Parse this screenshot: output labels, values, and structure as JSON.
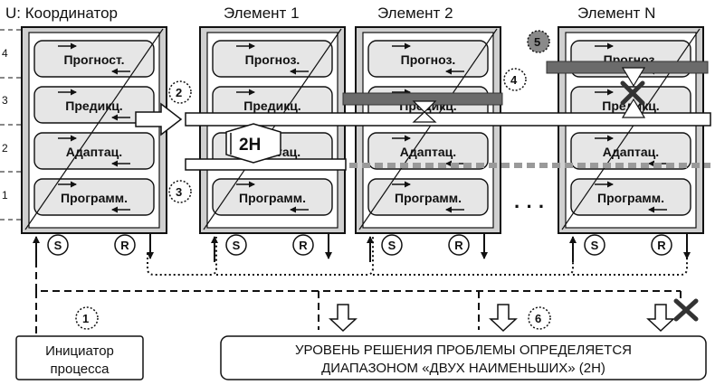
{
  "columns": [
    {
      "title": "U: Координатор",
      "modules": [
        "Прогност.",
        "Предикц.",
        "Адаптац.",
        "Программ."
      ]
    },
    {
      "title": "Элемент 1",
      "modules": [
        "Прогноз.",
        "Предикц.",
        "Адаптац.",
        "Программ."
      ]
    },
    {
      "title": "Элемент 2",
      "modules": [
        "Прогноз.",
        "Предикц.",
        "Адаптац.",
        "Программ."
      ]
    },
    {
      "title": "Элемент N",
      "modules": [
        "Прогноз.",
        "Предикц.",
        "Адаптац.",
        "Программ."
      ]
    }
  ],
  "levels": [
    "4",
    "3",
    "2",
    "1"
  ],
  "ports": {
    "s": "S",
    "r": "R"
  },
  "markers": [
    "1",
    "2",
    "3",
    "4",
    "5",
    "6"
  ],
  "range_label": "2H",
  "ellipsis": "· · ·",
  "initiator": {
    "line1": "Инициатор",
    "line2": "процесса"
  },
  "result": {
    "line1": "УРОВЕНЬ РЕШЕНИЯ ПРОБЛЕМЫ ОПРЕДЕЛЯЕТСЯ",
    "line2": "ДИАПАЗОНОМ «ДВУХ НАИМЕНЬШИХ» (2H)"
  },
  "colors": {
    "column_fill": "#d0d0d0",
    "pill_fill": "#e6e6e6",
    "bar_dark": "#6b6b6b",
    "dotted_gray": "#9a9a9a",
    "marker5": "#8a8a8a"
  }
}
